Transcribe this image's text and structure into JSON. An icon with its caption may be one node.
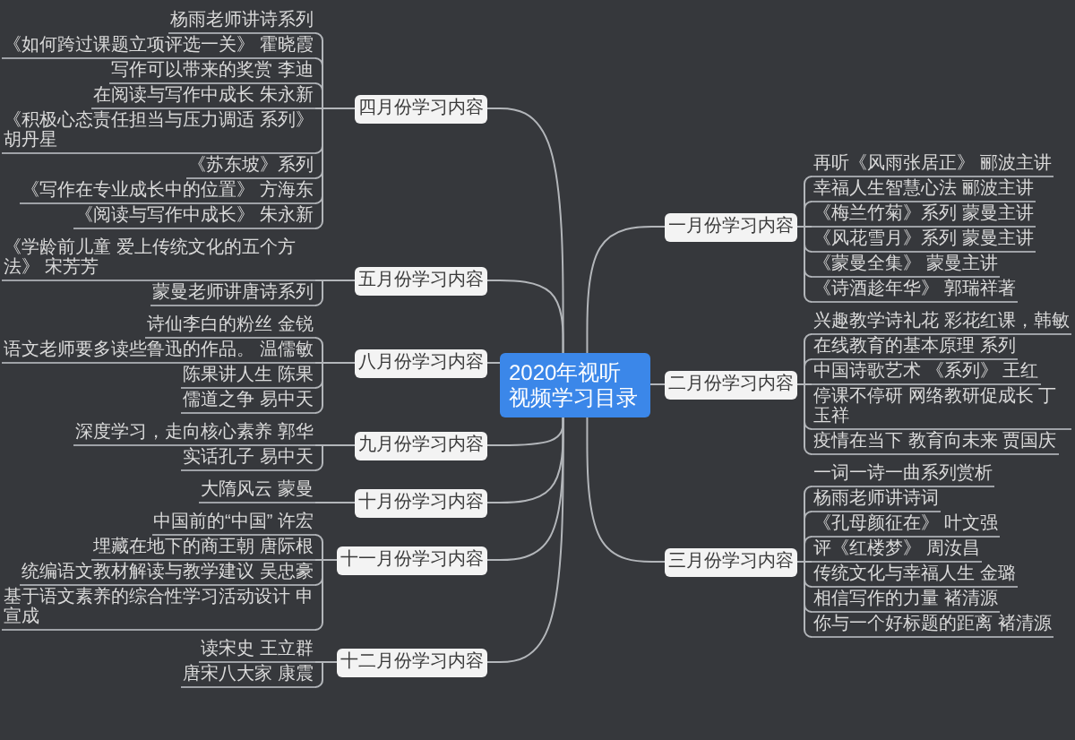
{
  "diagram": {
    "nodes": [
      {
        "text": [
          "2020年视听视频学习目录"
        ]
      },
      {
        "text": [
          "一月份学习内容"
        ]
      },
      {
        "text": [
          "再听《风雨张居正》 郦波主讲"
        ]
      },
      {
        "text": [
          "幸福人生智慧心法 郦波主讲"
        ]
      },
      {
        "text": [
          "《梅兰竹菊》系列 蒙曼主讲"
        ]
      },
      {
        "text": [
          "《风花雪月》系列 蒙曼主讲"
        ]
      },
      {
        "text": [
          "《蒙曼全集》 蒙曼主讲"
        ]
      },
      {
        "text": [
          "《诗酒趁年华》 郭瑞祥著"
        ]
      },
      {
        "text": [
          "二月份学习内容"
        ]
      },
      {
        "text": [
          "兴趣教学诗礼花 彩花红课，韩敏"
        ]
      },
      {
        "text": [
          "在线教育的基本原理 系列"
        ]
      },
      {
        "text": [
          "中国诗歌艺术 《系列》 王红"
        ]
      },
      {
        "text": [
          "停课不停研 网络教研促成长 丁玉祥"
        ]
      },
      {
        "text": [
          "疫情在当下 教育向未来 贾国庆"
        ]
      },
      {
        "text": [
          "三月份学习内容"
        ]
      },
      {
        "text": [
          "一词一诗一曲系列赏析"
        ]
      },
      {
        "text": [
          "杨雨老师讲诗词"
        ]
      },
      {
        "text": [
          "《孔母颜征在》 叶文强"
        ]
      },
      {
        "text": [
          "评《红楼梦》 周汝昌"
        ]
      },
      {
        "text": [
          "传统文化与幸福人生 金璐"
        ]
      },
      {
        "text": [
          "相信写作的力量 褚清源"
        ]
      },
      {
        "text": [
          "你与一个好标题的距离 褚清源"
        ]
      },
      {
        "text": [
          "四月份学习内容"
        ]
      },
      {
        "text": [
          "杨雨老师讲诗系列"
        ]
      },
      {
        "text": [
          "《如何跨过课题立项评选一关》 霍晓霞"
        ]
      },
      {
        "text": [
          "写作可以带来的奖赏 李迪"
        ]
      },
      {
        "text": [
          "在阅读与写作中成长 朱永新"
        ]
      },
      {
        "text": [
          "《积极心态责任担当与压力调适 系列》胡丹星"
        ]
      },
      {
        "text": [
          "《苏东坡》系列"
        ]
      },
      {
        "text": [
          "《写作在专业成长中的位置》 方海东"
        ]
      },
      {
        "text": [
          "《阅读与写作中成长》 朱永新"
        ]
      },
      {
        "text": [
          "五月份学习内容"
        ]
      },
      {
        "text": [
          "《学龄前儿童 爱上传统文化的五个方法》 宋芳芳"
        ]
      },
      {
        "text": [
          "蒙曼老师讲唐诗系列"
        ]
      },
      {
        "text": [
          "八月份学习内容"
        ]
      },
      {
        "text": [
          "诗仙李白的粉丝 金锐"
        ]
      },
      {
        "text": [
          "语文老师要多读些鲁迅的作品。 温儒敏"
        ]
      },
      {
        "text": [
          "陈果讲人生 陈果"
        ]
      },
      {
        "text": [
          "儒道之争 易中天"
        ]
      },
      {
        "text": [
          "九月份学习内容"
        ]
      },
      {
        "text": [
          "深度学习，走向核心素养 郭华"
        ]
      },
      {
        "text": [
          "实话孔子 易中天"
        ]
      },
      {
        "text": [
          "十月份学习内容"
        ]
      },
      {
        "text": [
          "大隋风云 蒙曼"
        ]
      },
      {
        "text": [
          "十一月份学习内容"
        ]
      },
      {
        "text": [
          "中国前的“中国” 许宏"
        ]
      },
      {
        "text": [
          "埋藏在地下的商王朝 唐际根"
        ]
      },
      {
        "text": [
          "统编语文教材解读与教学建议 吴忠豪"
        ]
      },
      {
        "text": [
          "基于语文素养的综合性学习活动设计 申宣成"
        ]
      },
      {
        "text": [
          "十二月份学习内容"
        ]
      },
      {
        "text": [
          "读宋史 王立群"
        ]
      },
      {
        "text": [
          "唐宋八大家 康震"
        ]
      }
    ],
    "edges": [
      {
        "from": 0,
        "to": 1,
        "arrow": "none"
      },
      {
        "from": 0,
        "to": 8,
        "arrow": "none"
      },
      {
        "from": 0,
        "to": 14,
        "arrow": "none"
      },
      {
        "from": 0,
        "to": 22,
        "arrow": "none"
      },
      {
        "from": 0,
        "to": 31,
        "arrow": "none"
      },
      {
        "from": 0,
        "to": 34,
        "arrow": "none"
      },
      {
        "from": 0,
        "to": 39,
        "arrow": "none"
      },
      {
        "from": 0,
        "to": 42,
        "arrow": "none"
      },
      {
        "from": 0,
        "to": 44,
        "arrow": "none"
      },
      {
        "from": 0,
        "to": 49,
        "arrow": "none"
      },
      {
        "from": 1,
        "to": 2,
        "arrow": "none"
      },
      {
        "from": 1,
        "to": 3,
        "arrow": "none"
      },
      {
        "from": 1,
        "to": 4,
        "arrow": "none"
      },
      {
        "from": 1,
        "to": 5,
        "arrow": "none"
      },
      {
        "from": 1,
        "to": 6,
        "arrow": "none"
      },
      {
        "from": 1,
        "to": 7,
        "arrow": "none"
      },
      {
        "from": 8,
        "to": 9,
        "arrow": "none"
      },
      {
        "from": 8,
        "to": 10,
        "arrow": "none"
      },
      {
        "from": 8,
        "to": 11,
        "arrow": "none"
      },
      {
        "from": 8,
        "to": 12,
        "arrow": "none"
      },
      {
        "from": 8,
        "to": 13,
        "arrow": "none"
      },
      {
        "from": 14,
        "to": 15,
        "arrow": "none"
      },
      {
        "from": 14,
        "to": 16,
        "arrow": "none"
      },
      {
        "from": 14,
        "to": 17,
        "arrow": "none"
      },
      {
        "from": 14,
        "to": 18,
        "arrow": "none"
      },
      {
        "from": 14,
        "to": 19,
        "arrow": "none"
      },
      {
        "from": 14,
        "to": 20,
        "arrow": "none"
      },
      {
        "from": 14,
        "to": 21,
        "arrow": "none"
      },
      {
        "from": 22,
        "to": 23,
        "arrow": "none"
      },
      {
        "from": 22,
        "to": 24,
        "arrow": "none"
      },
      {
        "from": 22,
        "to": 25,
        "arrow": "none"
      },
      {
        "from": 22,
        "to": 26,
        "arrow": "none"
      },
      {
        "from": 22,
        "to": 27,
        "arrow": "none"
      },
      {
        "from": 22,
        "to": 28,
        "arrow": "none"
      },
      {
        "from": 22,
        "to": 29,
        "arrow": "none"
      },
      {
        "from": 22,
        "to": 30,
        "arrow": "none"
      },
      {
        "from": 31,
        "to": 32,
        "arrow": "none"
      },
      {
        "from": 31,
        "to": 33,
        "arrow": "none"
      },
      {
        "from": 34,
        "to": 35,
        "arrow": "none"
      },
      {
        "from": 34,
        "to": 36,
        "arrow": "none"
      },
      {
        "from": 34,
        "to": 37,
        "arrow": "none"
      },
      {
        "from": 34,
        "to": 38,
        "arrow": "none"
      },
      {
        "from": 39,
        "to": 40,
        "arrow": "none"
      },
      {
        "from": 39,
        "to": 41,
        "arrow": "none"
      },
      {
        "from": 42,
        "to": 43,
        "arrow": "none"
      },
      {
        "from": 44,
        "to": 45,
        "arrow": "none"
      },
      {
        "from": 44,
        "to": 46,
        "arrow": "none"
      },
      {
        "from": 44,
        "to": 47,
        "arrow": "none"
      },
      {
        "from": 44,
        "to": 48,
        "arrow": "none"
      },
      {
        "from": 49,
        "to": 50,
        "arrow": "none"
      },
      {
        "from": 49,
        "to": 51,
        "arrow": "none"
      }
    ]
  }
}
